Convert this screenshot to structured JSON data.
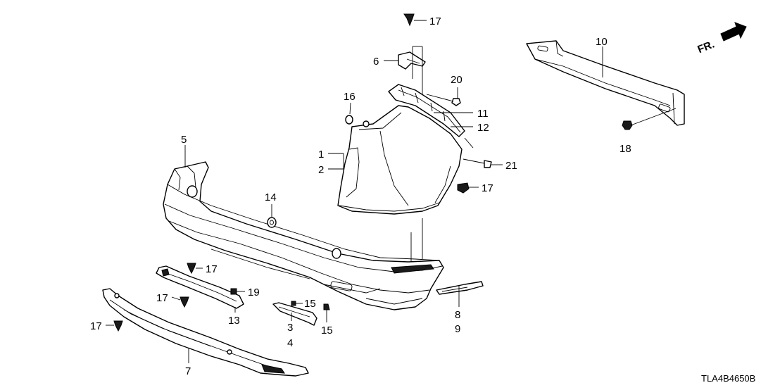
{
  "diagram_code": "TLA4B4650B",
  "direction_label": "FR.",
  "callouts": {
    "c1": "1",
    "c2": "2",
    "c3": "3",
    "c4": "4",
    "c5": "5",
    "c6": "6",
    "c7": "7",
    "c8": "8",
    "c9": "9",
    "c10": "10",
    "c11": "11",
    "c12": "12",
    "c13": "13",
    "c14": "14",
    "c15a": "15",
    "c15b": "15",
    "c16": "16",
    "c17a": "17",
    "c17b": "17",
    "c17c": "17",
    "c17d": "17",
    "c17e": "17",
    "c18": "18",
    "c19": "19",
    "c20": "20",
    "c21": "21"
  },
  "colors": {
    "line": "#000000",
    "background": "#ffffff"
  }
}
